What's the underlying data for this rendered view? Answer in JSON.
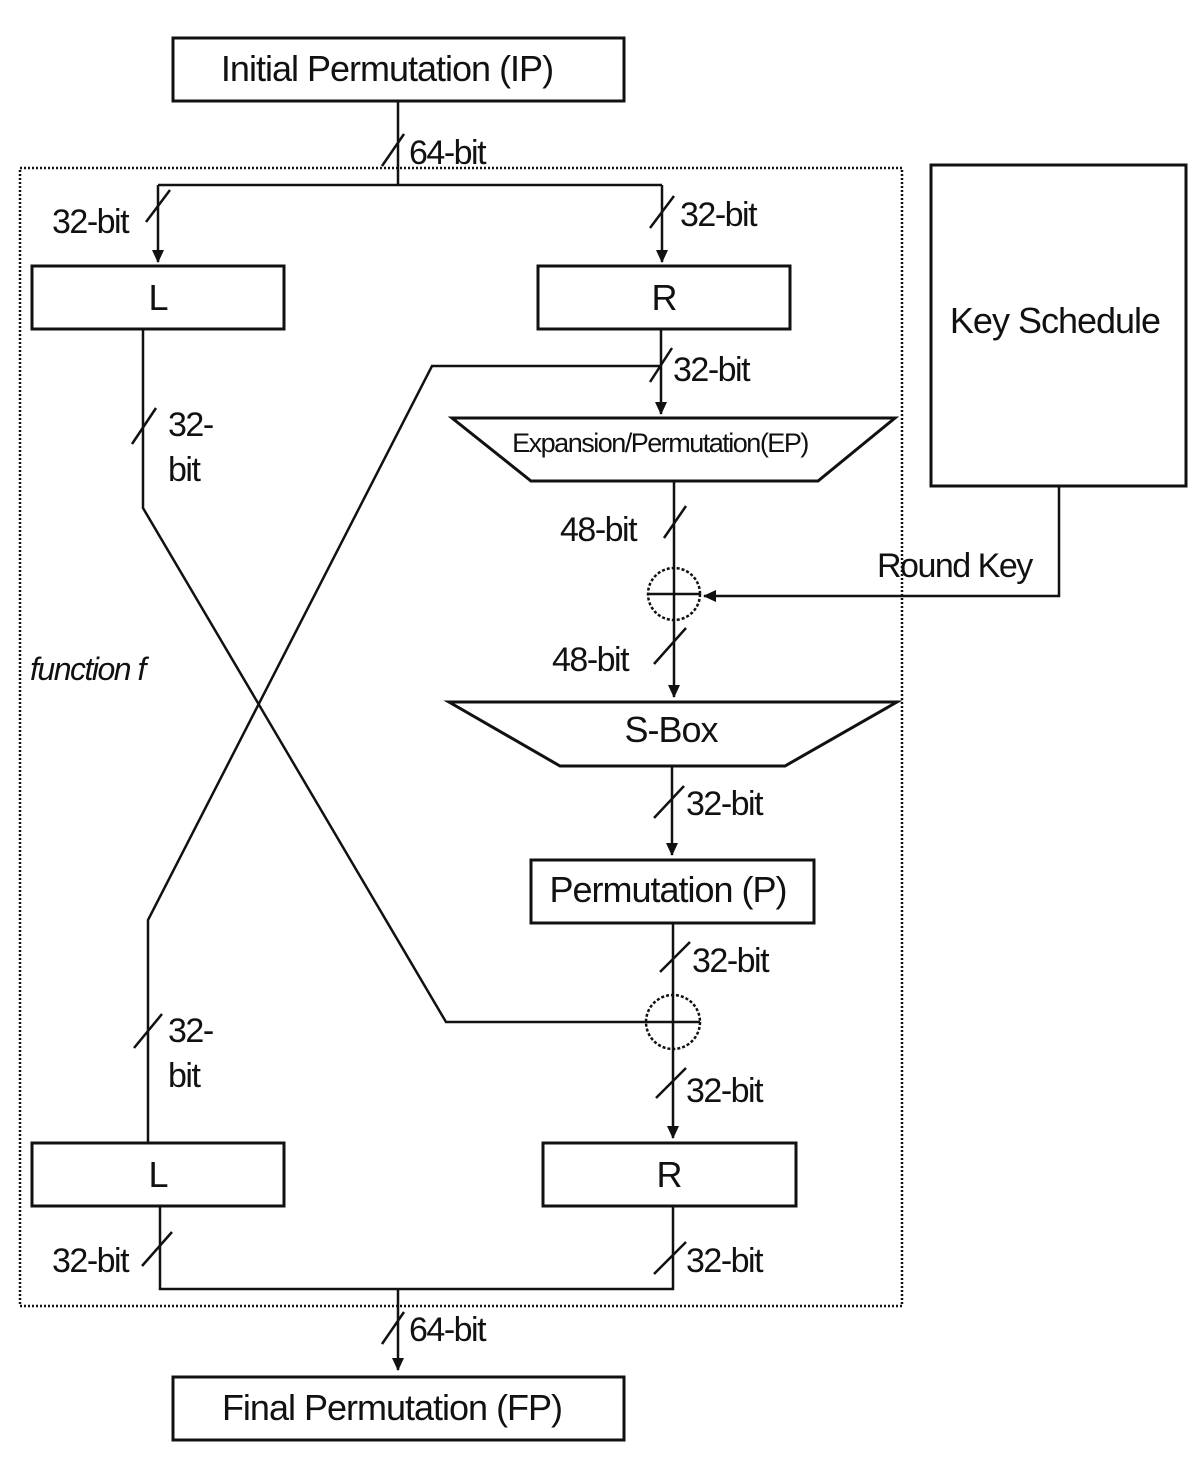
{
  "blocks": {
    "initial_permutation": "Initial Permutation (IP)",
    "final_permutation": "Final Permutation (FP)",
    "left_top": "L",
    "right_top": "R",
    "left_bottom": "L",
    "right_bottom": "R",
    "expansion": "Expansion/Permutation(EP)",
    "sbox": "S-Box",
    "permutation": "Permutation (P)",
    "key_schedule": "Key Schedule"
  },
  "labels": {
    "top_64": "64-bit",
    "bottom_64": "64-bit",
    "left_in_32": "32-bit",
    "right_in_32": "32-bit",
    "r_out_32": "32-bit",
    "l_cross_32_line1": "32-",
    "l_cross_32_line2": "bit",
    "ep_out_48": "48-bit",
    "xor_out_48": "48-bit",
    "sbox_out_32": "32-bit",
    "p_out_32": "32-bit",
    "xor2_out_32": "32-bit",
    "l_up_32_line1": "32-",
    "l_up_32_line2": "bit",
    "l_out_32": "32-bit",
    "r_out_bottom_32": "32-bit",
    "round_key": "Round Key",
    "function_f": "function f"
  }
}
